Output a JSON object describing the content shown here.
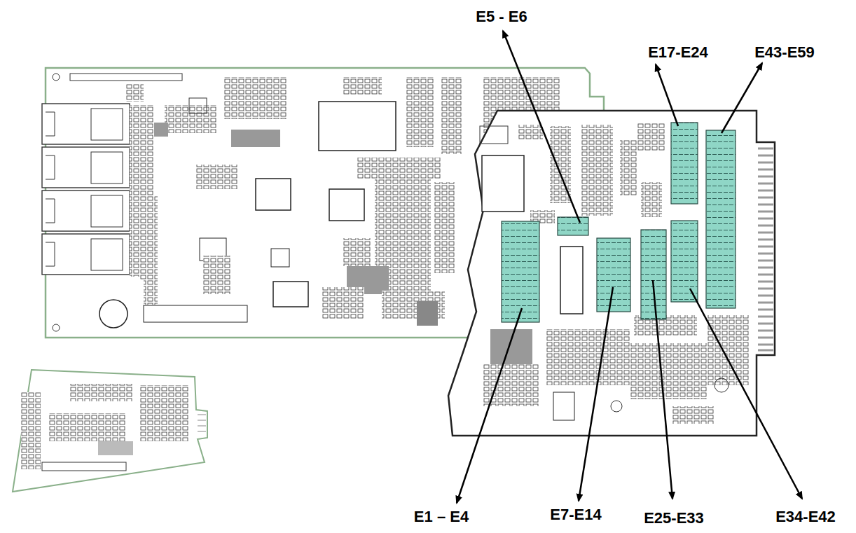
{
  "diagram": {
    "labels": [
      "E5 - E6",
      "E17-E24",
      "E43-E59",
      "E1 – E4",
      "E7-E14",
      "E25-E33",
      "E34-E42"
    ]
  }
}
